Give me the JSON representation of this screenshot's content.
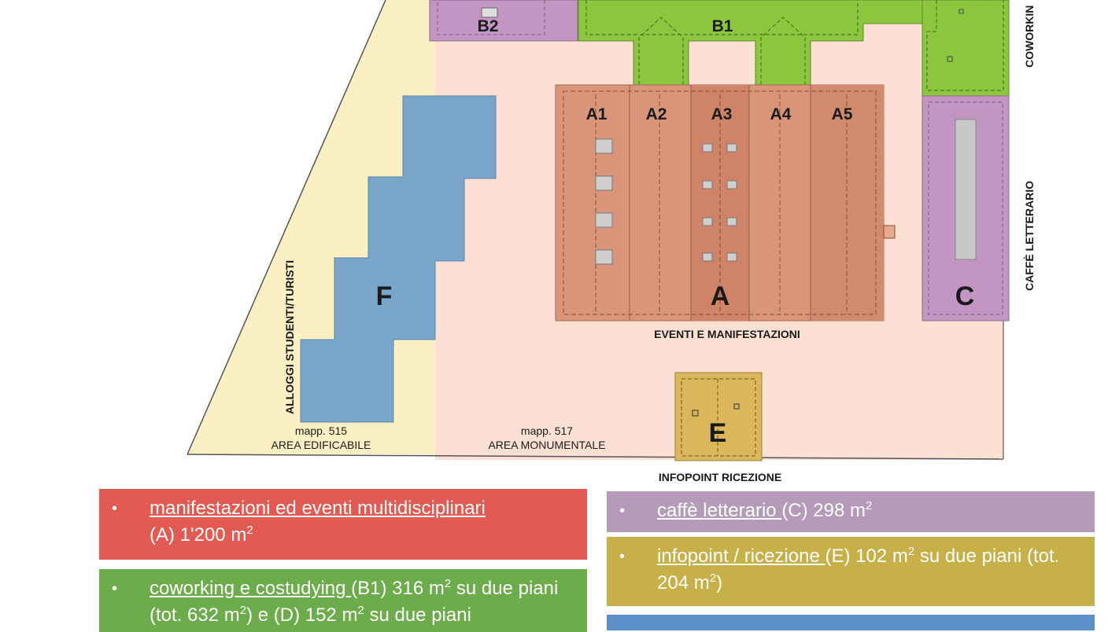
{
  "plan": {
    "buildings": {
      "a": {
        "label": "A",
        "color": "#d8957a"
      },
      "a1": {
        "label": "A1"
      },
      "a2": {
        "label": "A2"
      },
      "a3": {
        "label": "A3"
      },
      "a4": {
        "label": "A4"
      },
      "a5": {
        "label": "A5"
      },
      "b1": {
        "label": "B1",
        "color": "#8cc63f"
      },
      "b2": {
        "label": "B2",
        "color": "#c295c2"
      },
      "c": {
        "label": "C",
        "color": "#c295c2"
      },
      "e": {
        "label": "E",
        "color": "#d9b75a"
      },
      "f": {
        "label": "F",
        "color": "#7aa6c9"
      }
    },
    "labels": {
      "events": "EVENTI E MANIFESTAZIONI",
      "infopoint": "INFOPOINT RICEZIONE",
      "coworking": "COWORKIN",
      "caffe": "CAFFÈ LETTERARIO",
      "alloggi": "ALLOGGI STUDENTI/TURISTI",
      "mapp515": "mapp. 515",
      "area_edificabile": "AREA EDIFICABILE",
      "mapp517": "mapp. 517",
      "area_monumentale": "AREA MONUMENTALE"
    },
    "zones": {
      "edificabile_color": "#fbefc4",
      "monumentale_color": "#fbe0d3"
    }
  },
  "legend": {
    "bullet": "•",
    "m2": "m",
    "sq": "2",
    "a": {
      "color": "#e25a52",
      "link": "manifestazioni ed eventi multidisciplinari",
      "text": "(A) 1'200 "
    },
    "c": {
      "color": "#b59ab9",
      "link": "caffè letterario ",
      "text": "(C) 298 "
    },
    "e": {
      "color": "#c6b047",
      "link": "infopoint / ricezione ",
      "text1": "(E) 102 ",
      "text2": " su due piani (tot. 204 ",
      "text3": ")"
    },
    "b": {
      "color": "#6cac4a",
      "link": "coworking e costudying ",
      "text1": "(B1) 316 ",
      "text2": " su due piani (tot. 632 ",
      "text3": ") e (D) 152 ",
      "text4": " su due piani"
    },
    "f": {
      "color": "#5b8fc9"
    }
  }
}
